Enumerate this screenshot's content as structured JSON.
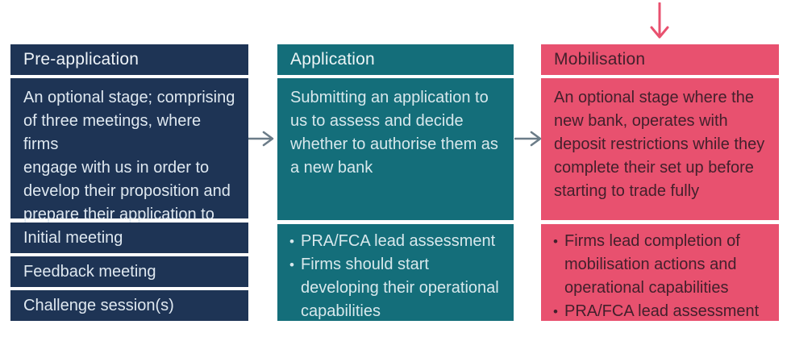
{
  "colors": {
    "navy": "#1e3455",
    "teal": "#146e7a",
    "pink": "#e8516f",
    "pink_text": "#43202c",
    "light_text": "#dfe8f0",
    "flow_arrow_gray": "#6b7c88",
    "background": "#ffffff"
  },
  "icons": {
    "flow_arrow_1": "arrow-right-icon",
    "flow_arrow_2": "arrow-right-icon",
    "entry_arrow": "arrow-down-icon"
  },
  "columns": [
    {
      "id": "pre-application",
      "title": "Pre-application",
      "description": "An optional stage; comprising\nof three meetings, where firms\nengage with us in order to\ndevelop their proposition and\nprepare their application to\nset up a new bank",
      "items": [
        "Initial meeting",
        "Feedback meeting",
        "Challenge session(s)"
      ]
    },
    {
      "id": "application",
      "title": "Application",
      "description": "Submitting an application to\nus to assess and decide\nwhether to authorise them as\na new bank",
      "bullets": [
        "PRA/FCA lead assessment",
        "Firms should start\ndeveloping their operational\ncapabilities"
      ]
    },
    {
      "id": "mobilisation",
      "title": "Mobilisation",
      "description": "An optional stage where the\nnew bank, operates with\ndeposit restrictions while they\ncomplete their set up before\nstarting to trade fully",
      "bullets": [
        "Firms lead completion of\nmobilisation actions and\noperational capabilities",
        "PRA/FCA lead assessment"
      ]
    }
  ]
}
